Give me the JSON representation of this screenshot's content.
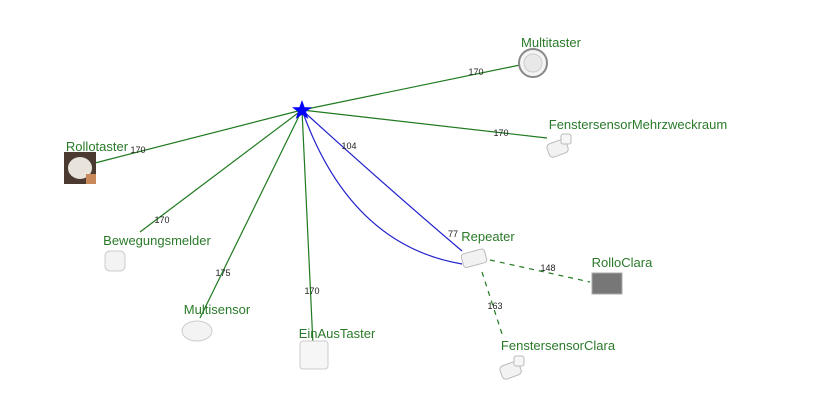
{
  "coordinator": {
    "name": "coordinator-star",
    "color": "#0000ff"
  },
  "colors": {
    "direct_link": "#1f7a1f",
    "router_link": "#2222cc",
    "label_green": "#2a7a2a",
    "label_blue": "#2222cc"
  },
  "nodes": [
    {
      "label": "Multitaster",
      "icon": "round-button-icon"
    },
    {
      "label": "FenstersensorMehrzweckraum",
      "icon": "window-sensor-icon"
    },
    {
      "label": "Rollotaster",
      "icon": "photo-icon"
    },
    {
      "label": "Bewegungsmelder",
      "icon": "motion-sensor-icon"
    },
    {
      "label": "Multisensor",
      "icon": "multisensor-icon"
    },
    {
      "label": "EinAusTaster",
      "icon": "switch-icon"
    },
    {
      "label": "Repeater",
      "icon": "plug-icon"
    },
    {
      "label": "RolloClara",
      "icon": "shutter-icon"
    },
    {
      "label": "FenstersensorClara",
      "icon": "window-sensor-icon"
    }
  ],
  "edges": [
    {
      "label": "170"
    },
    {
      "label": "170"
    },
    {
      "label": "170"
    },
    {
      "label": "170"
    },
    {
      "label": "175"
    },
    {
      "label": "170"
    },
    {
      "label": "104"
    },
    {
      "label": "77"
    },
    {
      "label": "148"
    },
    {
      "label": "163"
    }
  ]
}
